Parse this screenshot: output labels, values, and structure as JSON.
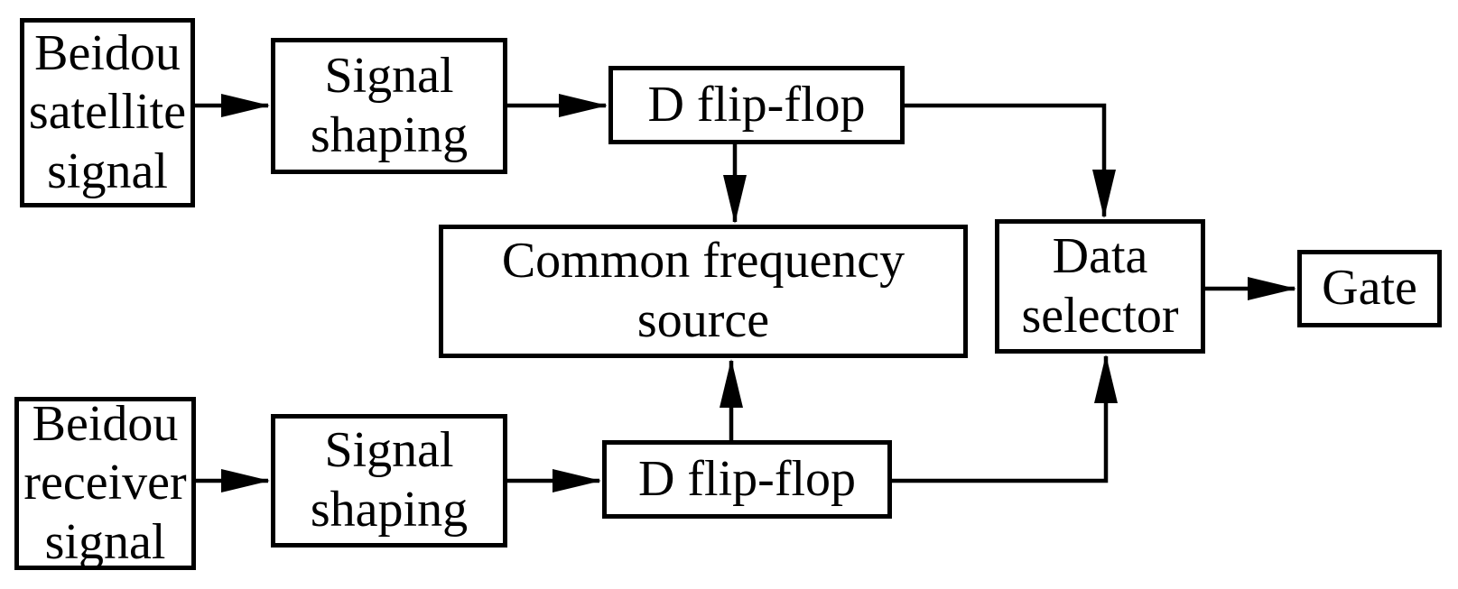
{
  "diagram": {
    "type": "block-diagram",
    "colors": {
      "background": "#ffffff",
      "line": "#000000",
      "text": "#000000"
    },
    "nodes": [
      {
        "id": "beidou-satellite-signal",
        "label": "Beidou\nsatellite\nsignal"
      },
      {
        "id": "signal-shaping-top",
        "label": "Signal\nshaping"
      },
      {
        "id": "d-flip-flop-top",
        "label": "D flip-flop"
      },
      {
        "id": "common-frequency-source",
        "label": "Common frequency\nsource"
      },
      {
        "id": "data-selector",
        "label": "Data\nselector"
      },
      {
        "id": "gate",
        "label": "Gate"
      },
      {
        "id": "beidou-receiver-signal",
        "label": "Beidou\nreceiver\nsignal"
      },
      {
        "id": "signal-shaping-bottom",
        "label": "Signal\nshaping"
      },
      {
        "id": "d-flip-flop-bottom",
        "label": "D flip-flop"
      }
    ],
    "edges": [
      {
        "from": "beidou-satellite-signal",
        "to": "signal-shaping-top"
      },
      {
        "from": "signal-shaping-top",
        "to": "d-flip-flop-top"
      },
      {
        "from": "d-flip-flop-top",
        "to": "common-frequency-source"
      },
      {
        "from": "d-flip-flop-top",
        "to": "data-selector"
      },
      {
        "from": "data-selector",
        "to": "gate"
      },
      {
        "from": "beidou-receiver-signal",
        "to": "signal-shaping-bottom"
      },
      {
        "from": "signal-shaping-bottom",
        "to": "d-flip-flop-bottom"
      },
      {
        "from": "d-flip-flop-bottom",
        "to": "common-frequency-source"
      },
      {
        "from": "d-flip-flop-bottom",
        "to": "data-selector"
      }
    ]
  }
}
